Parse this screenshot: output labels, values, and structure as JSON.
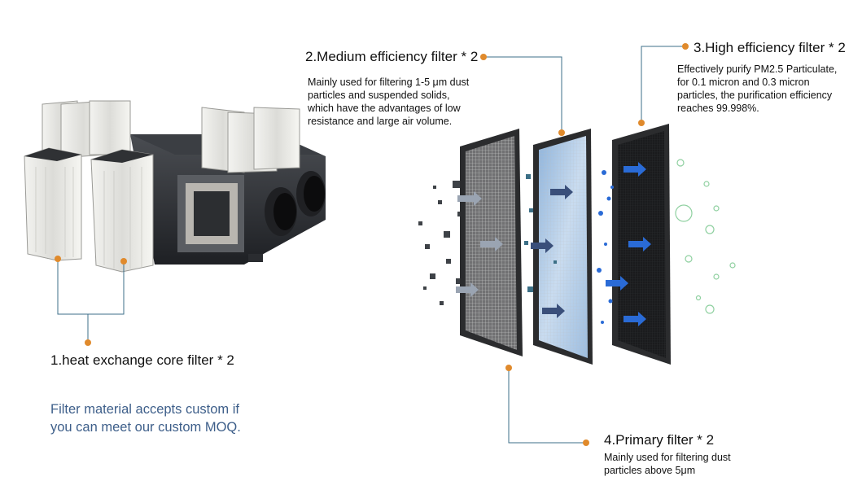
{
  "labels": {
    "heat_exchange": {
      "title": "1.heat exchange core filter * 2"
    },
    "medium": {
      "title": "2.Medium efficiency filter * 2",
      "desc_lines": [
        "Mainly used for filtering 1-5 μm dust",
        "particles and suspended solids,",
        "which have the advantages of low",
        "resistance and large air volume."
      ]
    },
    "high": {
      "title": "3.High efficiency filter * 2",
      "desc_lines": [
        "Effectively purify PM2.5 Particulate,",
        "for 0.1 micron and 0.3 micron",
        "particles, the purification efficiency",
        "reaches 99.998%."
      ]
    },
    "primary": {
      "title": "4.Primary filter * 2",
      "desc_lines": [
        "Mainly used for filtering dust",
        "particles above 5μm"
      ]
    }
  },
  "note": {
    "lines": [
      "Filter material accepts custom if",
      "you can meet our custom MOQ."
    ]
  },
  "colors": {
    "leader_line": "#3d6f8a",
    "marker_dot": "#e08a2c",
    "note_text": "#3e5f8a",
    "arrow_gray": "#9aa4b2",
    "arrow_navy": "#3a4f7a",
    "arrow_blue": "#2a6bd6"
  }
}
